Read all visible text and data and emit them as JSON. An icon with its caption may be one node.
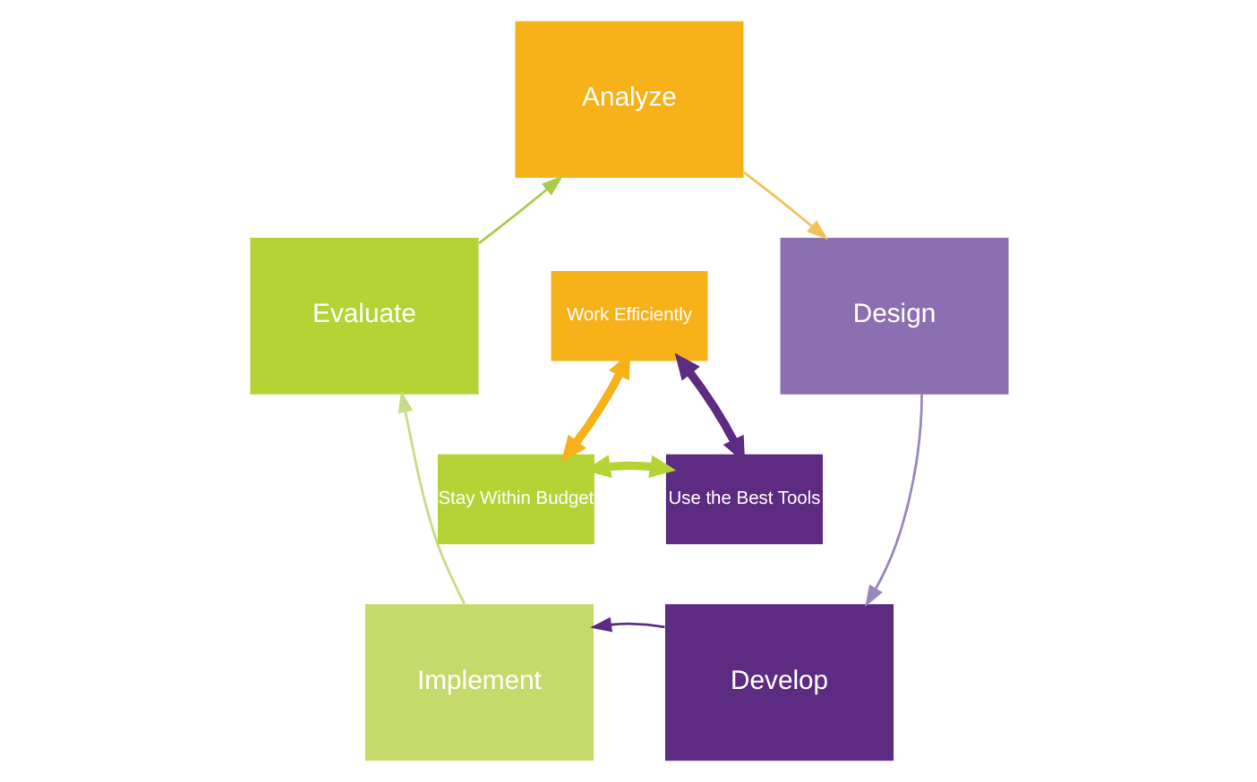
{
  "diagram": {
    "nodes": [
      {
        "text": [
          "Analyze"
        ]
      },
      {
        "text": [
          "Design"
        ]
      },
      {
        "text": [
          "Develop"
        ]
      },
      {
        "text": [
          "Implement"
        ]
      },
      {
        "text": [
          "Evaluate"
        ]
      },
      {
        "text": [
          "Work Efficiently"
        ]
      },
      {
        "text": [
          "Stay Within Budget"
        ]
      },
      {
        "text": [
          "Use the Best Tools"
        ]
      }
    ],
    "edges": [
      {
        "from": 0,
        "to": 1,
        "arrow": "to",
        "color": "#f2c25a"
      },
      {
        "from": 1,
        "to": 2,
        "arrow": "to",
        "color": "#9b86bf"
      },
      {
        "from": 2,
        "to": 3,
        "arrow": "to",
        "color": "#5e2b82"
      },
      {
        "from": 3,
        "to": 4,
        "arrow": "to",
        "color": "#c8dc86"
      },
      {
        "from": 4,
        "to": 0,
        "arrow": "to",
        "color": "#a8cc4a"
      },
      {
        "from": 5,
        "to": 6,
        "arrow": "both",
        "style": "thick",
        "color": "#f7b21a"
      },
      {
        "from": 5,
        "to": 7,
        "arrow": "both",
        "style": "thick",
        "color": "#5e2b82"
      },
      {
        "from": 6,
        "to": 7,
        "arrow": "both",
        "style": "thick",
        "color": "#b5d334"
      }
    ]
  }
}
